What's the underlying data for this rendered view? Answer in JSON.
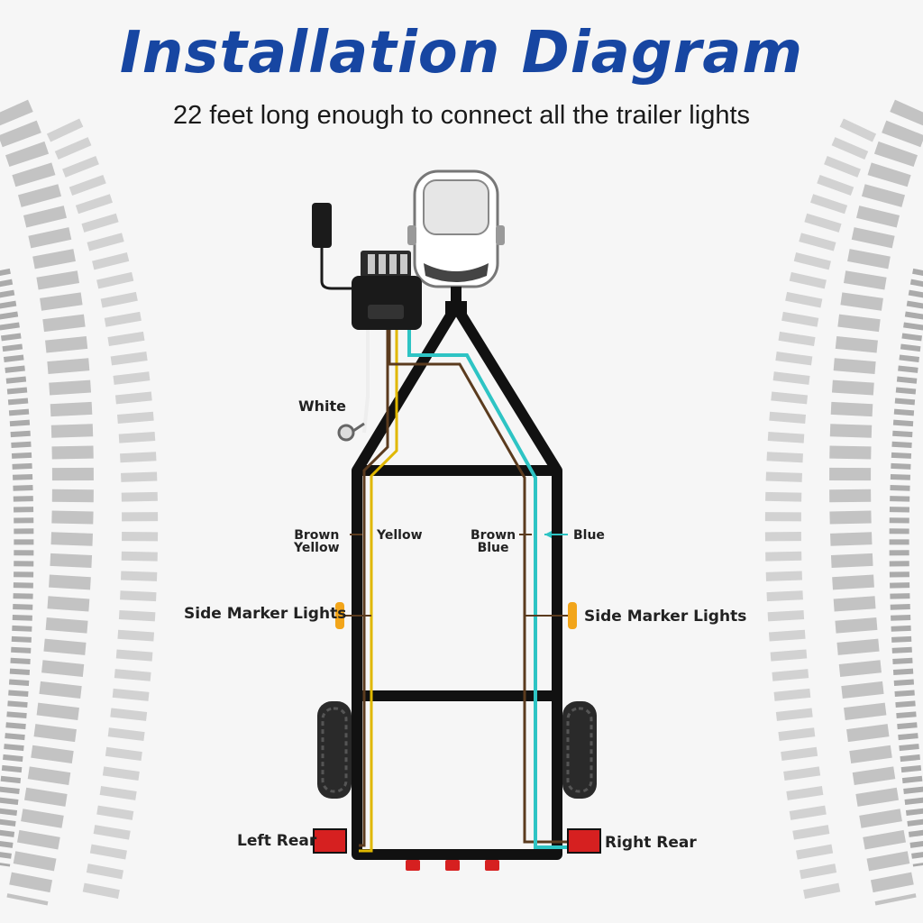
{
  "title": "Installation Diagram",
  "subtitle": "22 feet long enough to connect all the trailer lights",
  "labels": {
    "white": "White",
    "brown_left": "Brown",
    "yellow_left": "Yellow",
    "yellow_right": "Yellow",
    "brown_right": "Brown",
    "blue_left": "Blue",
    "blue_right": "Blue",
    "side_marker_left": "Side Marker Lights",
    "side_marker_right": "Side Marker Lights",
    "left_rear": "Left Rear",
    "right_rear": "Right Rear"
  },
  "colors": {
    "title": "#1746a2",
    "frame": "#111111",
    "wire_brown": "#5b3b1e",
    "wire_yellow": "#e0b800",
    "wire_white": "#eeeeee",
    "wire_blue": "#2ec4c4",
    "tail_light": "#d62020",
    "marker_light": "#f2a51a"
  }
}
